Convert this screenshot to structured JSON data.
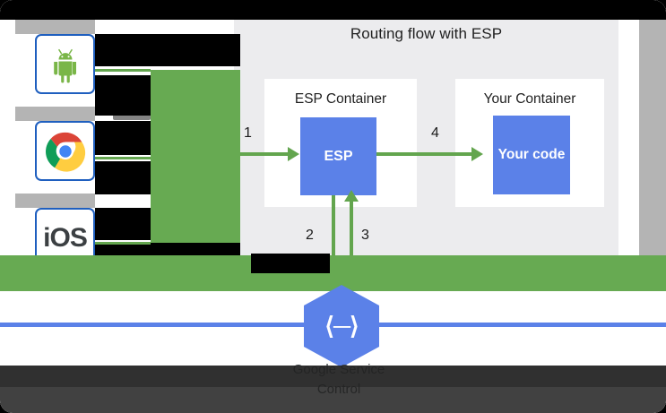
{
  "diagram": {
    "title": "Routing flow with ESP",
    "containers": [
      {
        "label": "ESP Container",
        "box_label": "ESP"
      },
      {
        "label": "Your Container",
        "box_label": "Your\ncode"
      }
    ],
    "box_esp_label": "ESP",
    "box_code_label": "Your code",
    "steps": [
      {
        "number": "1",
        "description": "client request into ESP"
      },
      {
        "number": "2",
        "description": "ESP to service control"
      },
      {
        "number": "3",
        "description": "service control to ESP"
      },
      {
        "number": "4",
        "description": "ESP to your code"
      }
    ],
    "platforms": [
      {
        "name": "android",
        "label": "Android"
      },
      {
        "name": "chrome",
        "label": "Chrome"
      },
      {
        "name": "ios",
        "label": "iOS"
      }
    ],
    "ios_label": "iOS",
    "gcp": {
      "glyph": "⟨─⟩",
      "caption_line1": "Google Service",
      "caption_line2": "Control"
    }
  },
  "colors": {
    "blue_box": "#5b81e8",
    "green_arrow": "#63a54e",
    "green_block": "#67aa52",
    "panel_grey": "#ececee",
    "strip_grey": "#b4b4b4",
    "tile_border": "#1f5fbf",
    "overlay_dark": "#222222"
  }
}
